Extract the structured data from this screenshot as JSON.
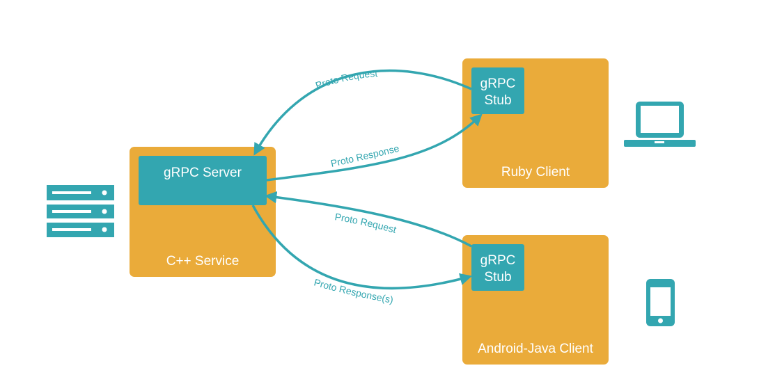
{
  "colors": {
    "box": "#eaab3a",
    "stub": "#33a6b0",
    "arrow": "#33a6b0",
    "label_text": "#ffffff",
    "arrow_text": "#33a6b0"
  },
  "server": {
    "inner_label": "gRPC Server",
    "outer_label": "C++ Service",
    "icon": "server-rack-icon"
  },
  "ruby_client": {
    "stub_line1": "gRPC",
    "stub_line2": "Stub",
    "outer_label": "Ruby Client",
    "icon": "laptop-icon"
  },
  "android_client": {
    "stub_line1": "gRPC",
    "stub_line2": "Stub",
    "outer_label": "Android-Java Client",
    "icon": "mobile-phone-icon"
  },
  "arrows": {
    "ruby_request": "Proto Request",
    "ruby_response": "Proto Response",
    "android_request": "Proto Request",
    "android_response": "Proto Response(s)"
  }
}
